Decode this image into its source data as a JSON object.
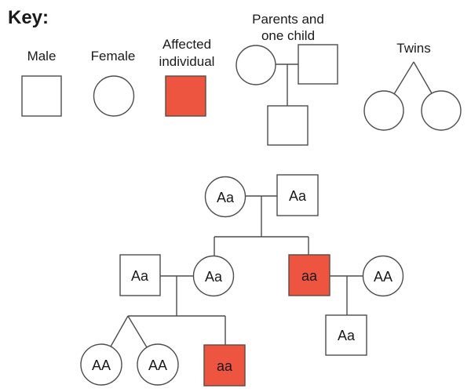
{
  "key": {
    "title": "Key:",
    "male_label": "Male",
    "female_label": "Female",
    "affected_label_line1": "Affected",
    "affected_label_line2": "individual",
    "parents_label_line1": "Parents and",
    "parents_label_line2": "one child",
    "twins_label": "Twins"
  },
  "pedigree": {
    "generation1": {
      "mother_genotype": "Aa",
      "father_genotype": "Aa"
    },
    "generation2": {
      "spouse_left_genotype": "Aa",
      "daughter_genotype": "Aa",
      "affected_son_genotype": "aa",
      "spouse_right_genotype": "AA"
    },
    "generation3": {
      "twin_left_genotype": "AA",
      "twin_right_genotype": "AA",
      "affected_child_genotype": "aa",
      "right_child_genotype": "Aa"
    }
  },
  "colors": {
    "affected_fill": "#EE5540",
    "outline": "#4D4D4D"
  }
}
